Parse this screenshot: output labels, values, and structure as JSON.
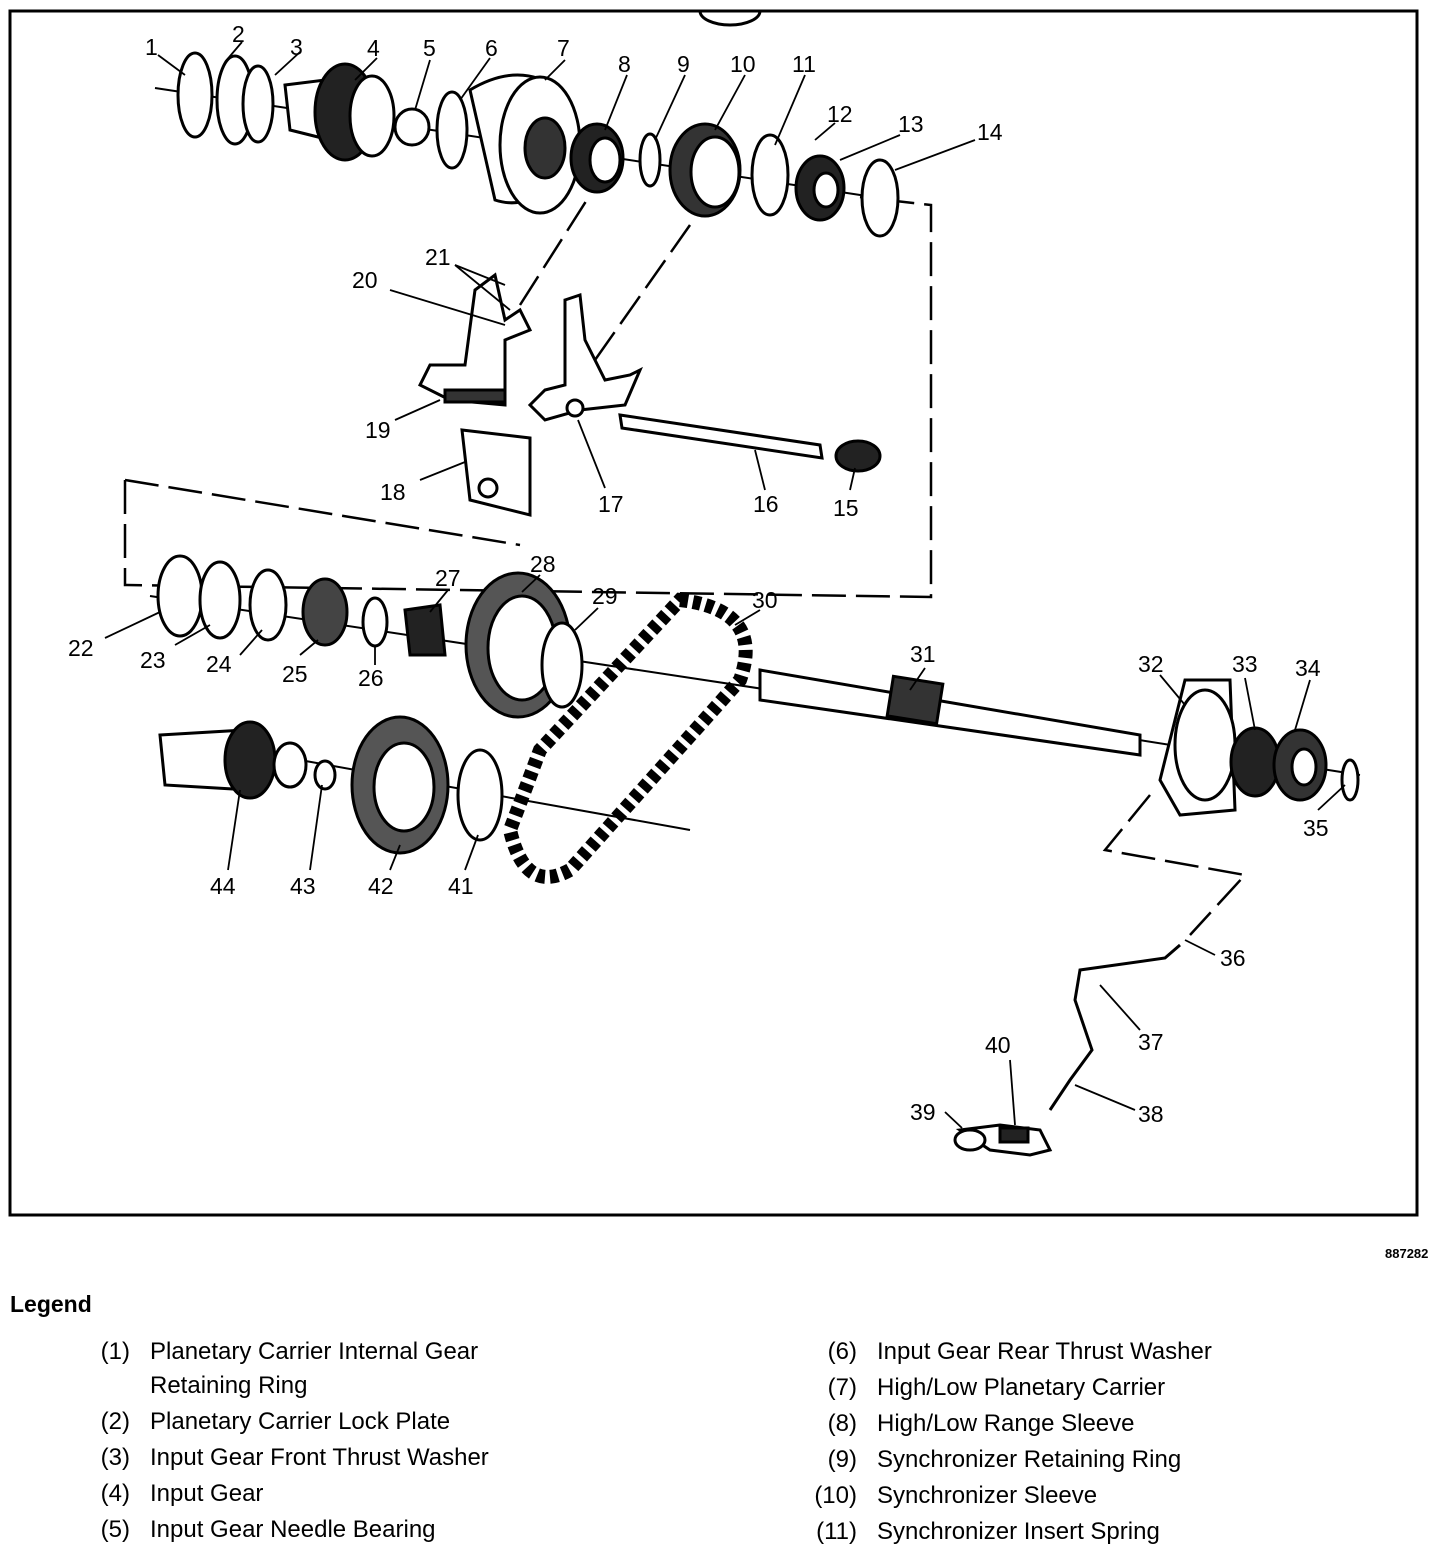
{
  "diagram": {
    "figure_id": "887282",
    "callouts": [
      "1",
      "2",
      "3",
      "4",
      "5",
      "6",
      "7",
      "8",
      "9",
      "10",
      "11",
      "12",
      "13",
      "14",
      "15",
      "16",
      "17",
      "18",
      "19",
      "20",
      "21",
      "22",
      "23",
      "24",
      "25",
      "26",
      "27",
      "28",
      "29",
      "30",
      "31",
      "32",
      "33",
      "34",
      "35",
      "36",
      "37",
      "38",
      "39",
      "40",
      "41",
      "42",
      "43",
      "44"
    ]
  },
  "legend": {
    "title": "Legend",
    "left_items": [
      {
        "num": "(1)",
        "text": "Planetary Carrier Internal Gear Retaining Ring"
      },
      {
        "num": "(2)",
        "text": "Planetary Carrier Lock Plate"
      },
      {
        "num": "(3)",
        "text": "Input Gear Front Thrust Washer"
      },
      {
        "num": "(4)",
        "text": "Input Gear"
      },
      {
        "num": "(5)",
        "text": "Input Gear Needle Bearing"
      }
    ],
    "right_items": [
      {
        "num": "(6)",
        "text": "Input Gear Rear Thrust Washer"
      },
      {
        "num": "(7)",
        "text": "High/Low Planetary Carrier"
      },
      {
        "num": "(8)",
        "text": "High/Low Range Sleeve"
      },
      {
        "num": "(9)",
        "text": "Synchronizer Retaining Ring"
      },
      {
        "num": "(10)",
        "text": "Synchronizer Sleeve"
      },
      {
        "num": "(11)",
        "text": "Synchronizer Insert Spring"
      }
    ]
  }
}
